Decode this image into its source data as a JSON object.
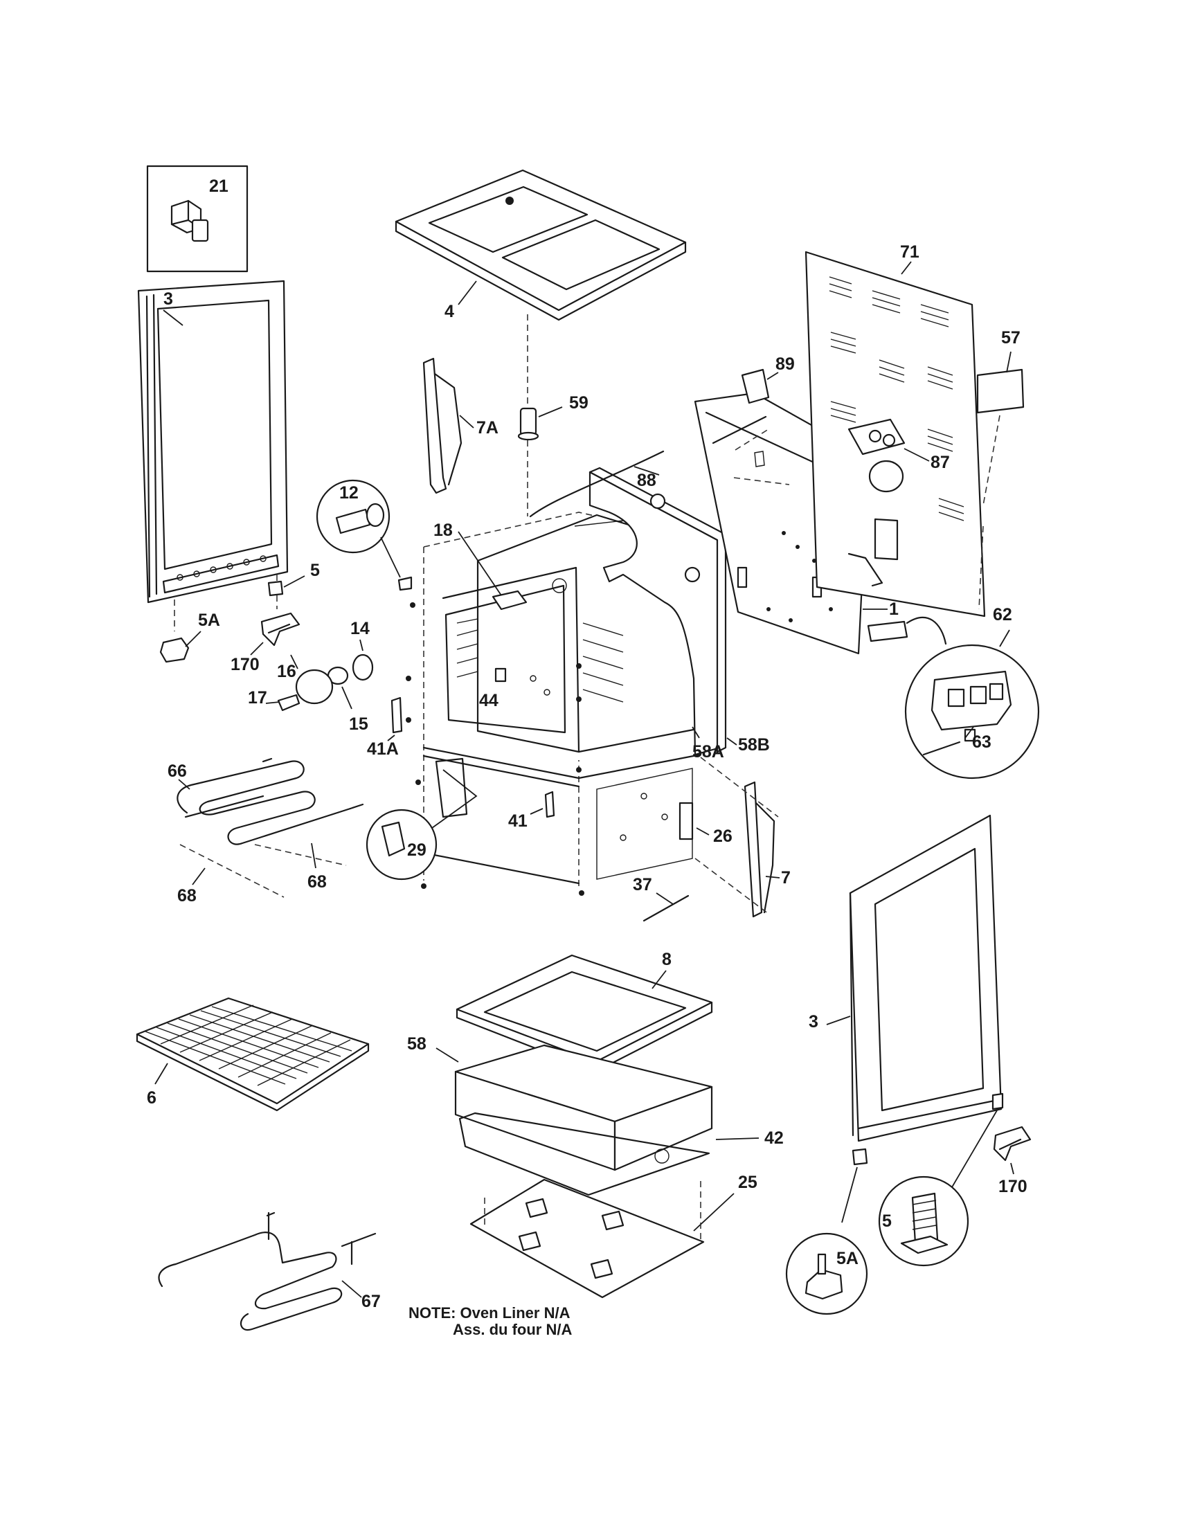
{
  "callouts": {
    "c21": "21",
    "c3_left": "3",
    "c4": "4",
    "c5_left": "5",
    "c5a_left": "5A",
    "c170_left": "170",
    "c12": "12",
    "c14": "14",
    "c16": "16",
    "c17": "17",
    "c15": "15",
    "c41a": "41A",
    "c44": "44",
    "c18": "18",
    "c59": "59",
    "c7a": "7A",
    "c88": "88",
    "c89": "89",
    "c71": "71",
    "c57": "57",
    "c87": "87",
    "c1": "1",
    "c62": "62",
    "c63": "63",
    "c58a": "58A",
    "c58b": "58B",
    "c66": "66",
    "c68_left": "68",
    "c68_right": "68",
    "c29": "29",
    "c41": "41",
    "c26": "26",
    "c7": "7",
    "c37": "37",
    "c8": "8",
    "c6": "6",
    "c58": "58",
    "c42": "42",
    "c25": "25",
    "c67": "67",
    "c3_right": "3",
    "c5a_right": "5A",
    "c5_right": "5",
    "c170_right": "170"
  },
  "note": {
    "line1": "NOTE: Oven Liner N/A",
    "line2": "Ass. du four N/A"
  }
}
